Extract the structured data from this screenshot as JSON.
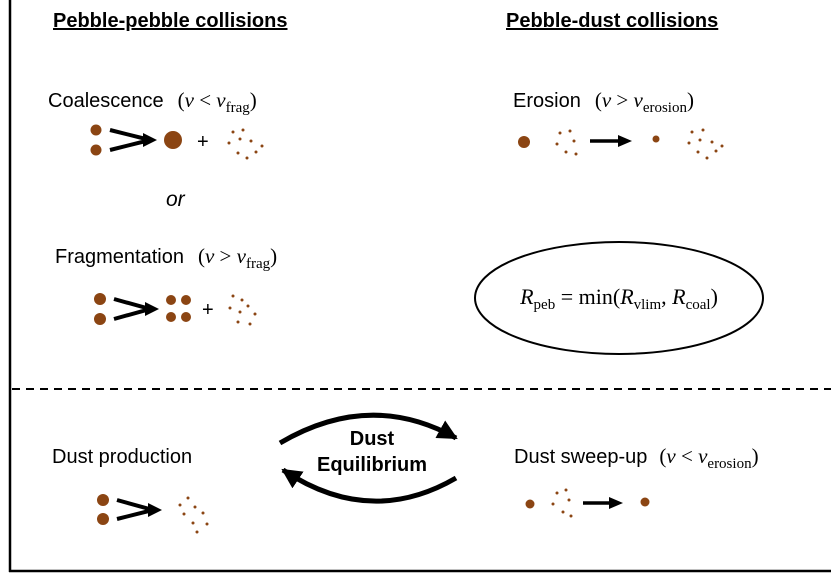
{
  "headings": {
    "pebble_pebble": "Pebble-pebble collisions",
    "pebble_dust": "Pebble-dust collisions"
  },
  "processes": {
    "coalescence": {
      "label": "Coalescence",
      "var": "v",
      "op": "<",
      "sym": "v",
      "sub": "frag"
    },
    "or_text": "or",
    "fragmentation": {
      "label": "Fragmentation",
      "var": "v",
      "op": ">",
      "sym": "v",
      "sub": "frag"
    },
    "erosion": {
      "label": "Erosion",
      "var": "v",
      "op": ">",
      "sym": "v",
      "sub": "erosion"
    },
    "dust_production": {
      "label": "Dust production"
    },
    "dust_sweep_up": {
      "label": "Dust sweep-up",
      "var": "v",
      "op": "<",
      "sym": "v",
      "sub": "erosion"
    }
  },
  "equation": {
    "lhs_sym": "R",
    "lhs_sub": "peb",
    "eq": "=",
    "func": "min(",
    "arg1_sym": "R",
    "arg1_sub": "vlim",
    "sep": ",",
    "arg2_sym": "R",
    "arg2_sub": "coal",
    "close": ")"
  },
  "cycle": {
    "line1": "Dust",
    "line2": "Equilibrium"
  },
  "symbols": {
    "plus": "+"
  },
  "colors": {
    "particle": "#8B4513",
    "ink": "#000000"
  }
}
